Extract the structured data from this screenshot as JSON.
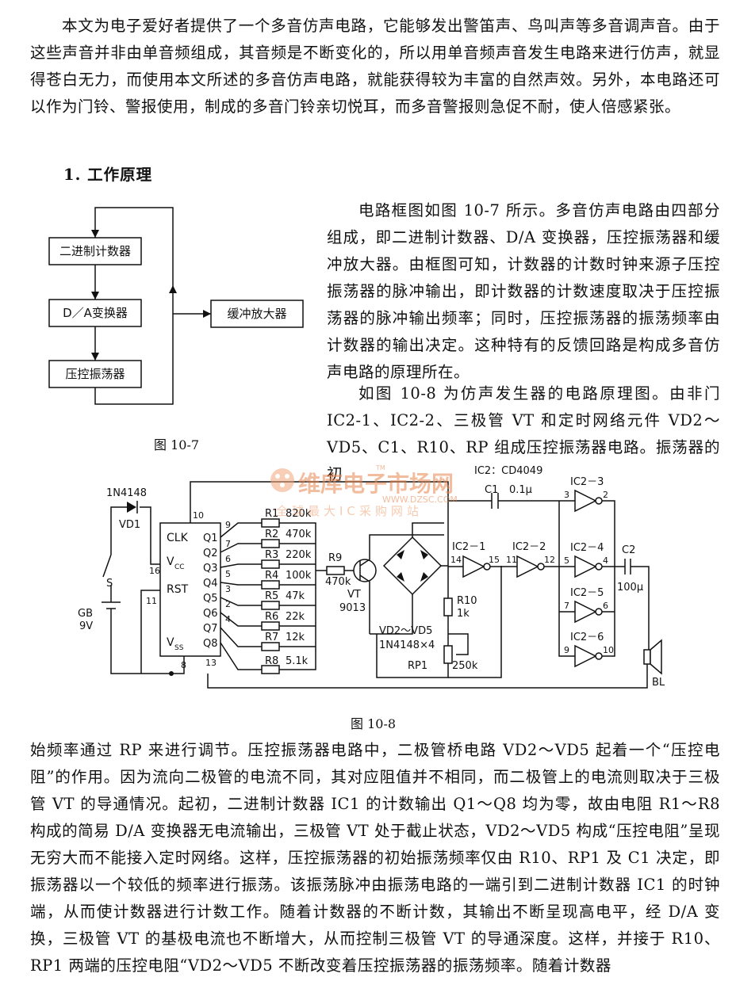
{
  "intro": "本文为电子爱好者提供了一个多音仿声电路，它能够发出警笛声、鸟叫声等多音调声音。由于这些声音并非由单音频组成，其音频是不断变化的，所以用单音频声音发生电路来进行仿声，就显得苍白无力，而使用本文所述的多音仿声电路，就能获得较为丰富的自然声效。另外，本电路还可以作为门铃、警报使用，制成的多音门铃亲切悦耳，而多音警报则急促不耐，使人倍感紧张。",
  "section_heading": "1. 工作原理",
  "block_diagram": {
    "counter": "二进制计数器",
    "dac": "D／A变换器",
    "vco": "压控振荡器",
    "buffer": "缓冲放大器",
    "caption": "图 10-7"
  },
  "side_text": "电路框图如图 10-7 所示。多音仿声电路由四部分组成，即二进制计数器、D/A 变换器，压控振荡器和缓冲放大器。由框图可知，计数器的计数时钟来源子压控振荡器的脉冲输出，即计数器的计数速度取决于压控振荡器的脉冲输出频率；同时，压控振荡器的振荡频率由计数器的输出决定。这种特有的反馈回路是构成多音仿声电路的原理所在。",
  "side_text2": "如图 10-8 为仿声发生器的电路原理图。由非门 IC2-1、IC2-2、三极管 VT 和定时网络元件 VD2～VD5、C1、R10、RP 组成压控振荡器电路。振荡器的初",
  "watermark": {
    "brand": "维库电子市场网",
    "url": "WWW.DZSC.COM",
    "slogan": "全球最大IC采购网站",
    "tm": "TM"
  },
  "schematic": {
    "caption": "图 10-8",
    "ic2_label": "IC2：CD4049",
    "diode_vd1": "1N4148",
    "vd1": "VD1",
    "switch": "S",
    "battery": "GB",
    "battery_v": "9V",
    "ic1_pins": [
      "CLK",
      "V",
      "RST",
      "V"
    ],
    "vcc_sub": "CC",
    "vss_sub": "SS",
    "q_labels": [
      "Q1",
      "Q2",
      "Q3",
      "Q4",
      "Q5",
      "Q6",
      "Q7",
      "Q8"
    ],
    "q_pins": [
      "9",
      "7",
      "6",
      "5",
      "3",
      "2",
      "4",
      "13"
    ],
    "pin_numbers": {
      "clk": "10",
      "vcc": "16",
      "rst": "11",
      "vss": "8"
    },
    "resistors": [
      {
        "name": "R1",
        "value": "820k"
      },
      {
        "name": "R2",
        "value": "470k"
      },
      {
        "name": "R3",
        "value": "220k"
      },
      {
        "name": "R4",
        "value": "100k"
      },
      {
        "name": "R5",
        "value": "47k"
      },
      {
        "name": "R6",
        "value": "22k"
      },
      {
        "name": "R7",
        "value": "12k"
      },
      {
        "name": "R8",
        "value": "5.1k"
      }
    ],
    "r9": "R9",
    "r9_value": "470k",
    "vt": "VT",
    "vt_type": "9013",
    "c1": "C1",
    "c1_value": "0.1μ",
    "r10": "R10",
    "r10_value": "1k",
    "vd2_5": "VD2～VD5",
    "vd2_5_type": "1N4148×4",
    "rp1": "RP1",
    "rp1_value": "250k",
    "gates": [
      "IC2－1",
      "IC2－2",
      "IC2－3",
      "IC2－4",
      "IC2－5",
      "IC2－6"
    ],
    "gate_pins": {
      "g1_in": "14",
      "g1_out": "15",
      "g2_in": "11",
      "g2_out": "12",
      "g3_in": "3",
      "g3_out": "2",
      "g4_in": "5",
      "g4_out": "4",
      "g5_in": "7",
      "g5_out": "6",
      "g6_in": "9",
      "g6_out": "10"
    },
    "c2": "C2",
    "c2_value": "100μ",
    "bl": "BL"
  },
  "body_text": "始频率通过 RP 来进行调节。压控振荡器电路中，二极管桥电路 VD2～VD5 起着一个“压控电阻”的作用。因为流向二极管的电流不同，其对应阻值并不相同，而二极管上的电流则取决于三极管 VT 的导通情况。起初，二进制计数器 IC1 的计数输出 Q1～Q8 均为零，故由电阻 R1～R8 构成的简易 D/A 变换器无电流输出，三极管 VT 处于截止状态，VD2～VD5 构成“压控电阻”呈现无穷大而不能接入定时网络。这样，压控振荡器的初始振荡频率仅由 R10、RP1 及 C1 决定，即振荡器以一个较低的频率进行振荡。该振荡脉冲由振荡电路的一端引到二进制计数器 IC1 的时钟端，从而使计数器进行计数工作。随着计数器的不断计数，其输出不断呈现高电平，经 D/A 变换，三极管 VT 的基极电流也不断增大，从而控制三极管 VT 的导通深度。这样，并接于 R10、RP1 两端的压控电阻“VD2～VD5 不断改变着压控振荡器的振荡频率。随着计数器"
}
